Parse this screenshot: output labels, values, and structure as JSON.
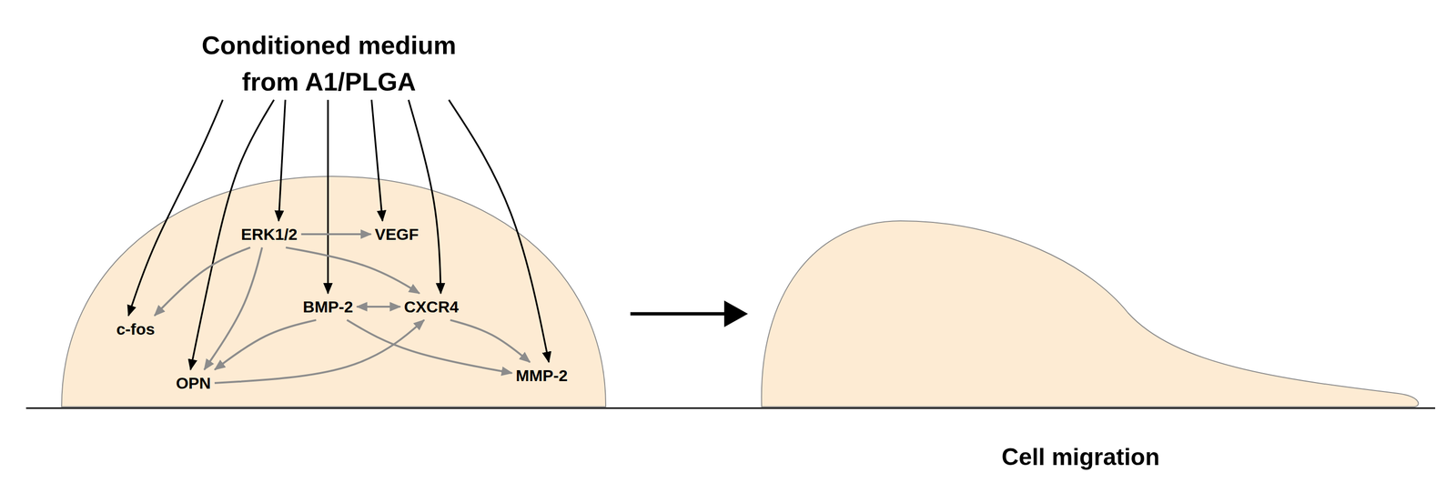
{
  "diagram": {
    "nodes": [
      {
        "text": [
          "Conditioned medium from A1/PLGA"
        ]
      },
      {
        "text": [
          "ERK1/2"
        ]
      },
      {
        "text": [
          "VEGF"
        ]
      },
      {
        "text": [
          "c-fos"
        ]
      },
      {
        "text": [
          "BMP-2"
        ]
      },
      {
        "text": [
          "CXCR4"
        ]
      },
      {
        "text": [
          "OPN"
        ]
      },
      {
        "text": [
          "MMP-2"
        ]
      }
    ],
    "edges": [
      {
        "from": 0,
        "to": 3,
        "arrow": "to"
      },
      {
        "from": 0,
        "to": 6,
        "arrow": "to"
      },
      {
        "from": 0,
        "to": 1,
        "arrow": "to"
      },
      {
        "from": 0,
        "to": 4,
        "arrow": "to"
      },
      {
        "from": 0,
        "to": 2,
        "arrow": "to"
      },
      {
        "from": 0,
        "to": 5,
        "arrow": "to"
      },
      {
        "from": 0,
        "to": 7,
        "arrow": "to"
      },
      {
        "from": 1,
        "to": 2,
        "arrow": "to"
      },
      {
        "from": 1,
        "to": 3,
        "arrow": "to"
      },
      {
        "from": 1,
        "to": 6,
        "arrow": "to"
      },
      {
        "from": 1,
        "to": 5,
        "arrow": "to"
      },
      {
        "from": 4,
        "to": 5,
        "arrow": "both"
      },
      {
        "from": 4,
        "to": 6,
        "arrow": "to"
      },
      {
        "from": 4,
        "to": 7,
        "arrow": "to"
      },
      {
        "from": 6,
        "to": 5,
        "arrow": "to"
      },
      {
        "from": 5,
        "to": 7,
        "arrow": "to"
      }
    ],
    "labels": [
      "Cell migration"
    ]
  }
}
